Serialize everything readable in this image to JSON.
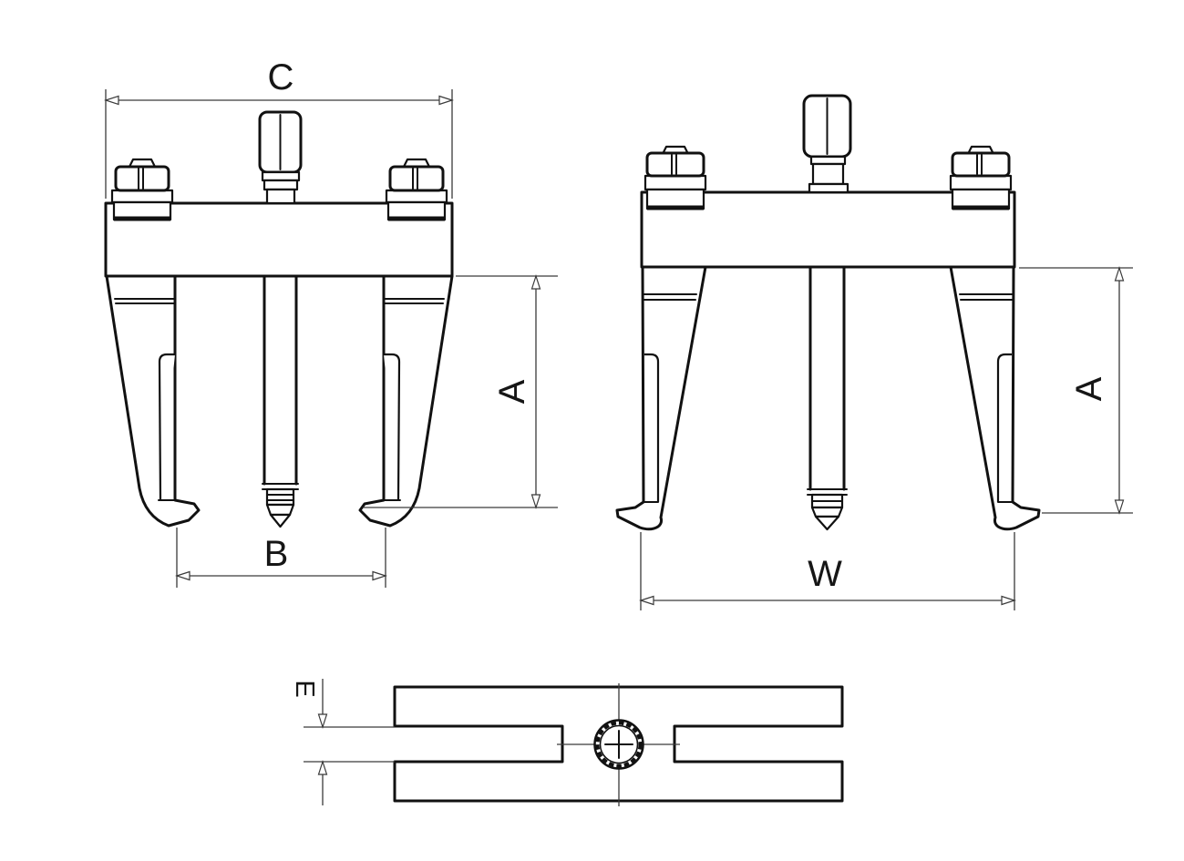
{
  "drawing": {
    "colors": {
      "background": "#ffffff",
      "line": "#111111",
      "dimension_line": "#3a3a3a"
    },
    "views": {
      "front_closed": {
        "dims": {
          "c": "C",
          "a": "A",
          "b": "B"
        }
      },
      "front_open": {
        "dims": {
          "a": "A",
          "w": "W"
        }
      },
      "top": {
        "dims": {
          "e": "E"
        }
      }
    }
  }
}
